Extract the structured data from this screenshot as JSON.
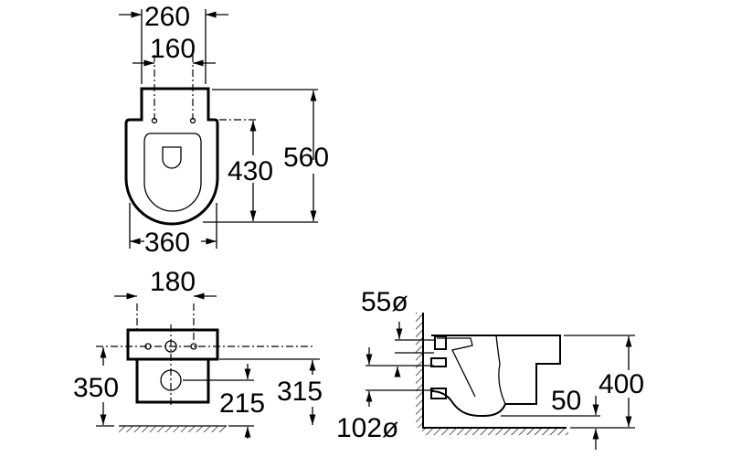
{
  "top_view": {
    "width_outer": "260",
    "bolt_spacing": "160",
    "total_length": "560",
    "bolt_to_front": "430",
    "bowl_width": "360"
  },
  "front_view": {
    "bolt_spacing": "180",
    "bolt_height": "350",
    "outlet_height": "215",
    "cistern_bottom_height": "315"
  },
  "side_view": {
    "inlet_diameter": "55ø",
    "outlet_diameter": "102ø",
    "clearance": "50",
    "rim_height": "400"
  }
}
